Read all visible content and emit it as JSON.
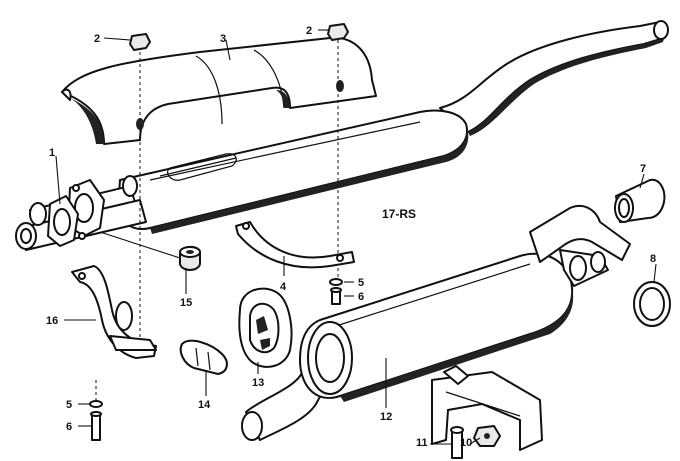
{
  "diagram": {
    "code": "17-RS",
    "callouts": {
      "c1": "1",
      "c2a": "2",
      "c2b": "2",
      "c3": "3",
      "c4": "4",
      "c5a": "5",
      "c5b": "5",
      "c6a": "6",
      "c6b": "6",
      "c7": "7",
      "c8": "8",
      "c10": "10",
      "c11": "11",
      "c12": "12",
      "c13": "13",
      "c14": "14",
      "c15": "15",
      "c16": "16"
    }
  }
}
